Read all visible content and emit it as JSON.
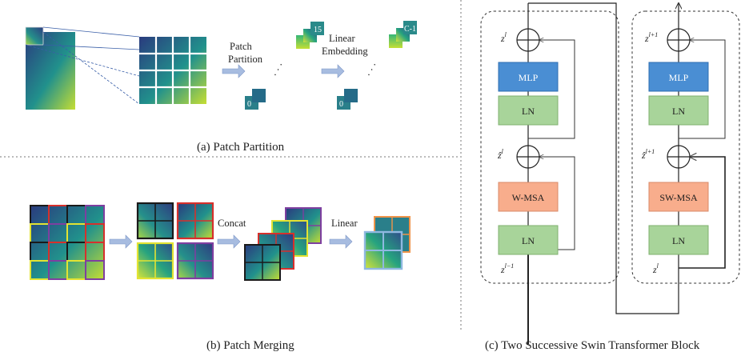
{
  "captions": {
    "a": "(a) Patch Partition",
    "b": "(b) Patch Merging",
    "c": "(c) Two Successive Swin Transformer Block"
  },
  "partition": {
    "arrow1_label": [
      "Patch",
      "Partition"
    ],
    "arrow2_label": [
      "Linear",
      "Embedding"
    ],
    "ellipsis": "· · ·",
    "stack1": {
      "top": "15",
      "bottom": "0"
    },
    "stack2": {
      "top": "C-1",
      "bottom": "0"
    }
  },
  "merging": {
    "concat": "Concat",
    "linear": "Linear"
  },
  "blocks": [
    {
      "mlp": "MLP",
      "ln_top": "LN",
      "attn": "W-MSA",
      "ln_bottom": "LN",
      "z_out": "z",
      "z_out_sup": "l",
      "z_mid": "ẑ",
      "z_mid_sup": "l",
      "z_in": "z",
      "z_in_sup": "l−1"
    },
    {
      "mlp": "MLP",
      "ln_top": "LN",
      "attn": "SW-MSA",
      "ln_bottom": "LN",
      "z_out": "z",
      "z_out_sup": "l+1",
      "z_mid": "ẑ",
      "z_mid_sup": "l+1",
      "z_in": "z",
      "z_in_sup": "l"
    }
  ],
  "colors": {
    "mlp": "#4a8ed3",
    "ln": "#a8d49a",
    "attn": "#f8ad8c",
    "arrow": "#a7bce0",
    "viridis_dark": "#2a3b7e",
    "viridis_mid": "#21918c",
    "viridis_light": "#c6de33"
  }
}
